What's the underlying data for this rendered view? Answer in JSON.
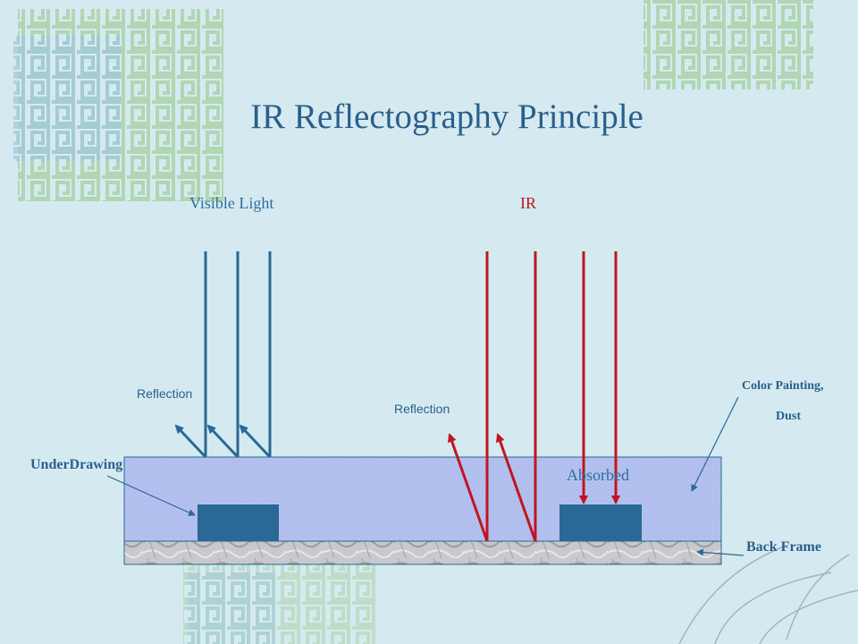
{
  "title": "IR Reflectography Principle",
  "labels": {
    "visible_light": "Visible Light",
    "ir": "IR",
    "reflection_left": "Reflection",
    "reflection_right": "Reflection",
    "underdrawing": "UnderDrawing",
    "absorbed": "Absorbed",
    "color_painting": "Color Painting,",
    "dust": "Dust",
    "back_frame": "Back Frame"
  },
  "colors": {
    "visible": "#2a6896",
    "ir": "#c0151f",
    "paint_layer": "#a8b7ea",
    "underdrawing": "#2a6896",
    "text": "#2a5f8c"
  }
}
